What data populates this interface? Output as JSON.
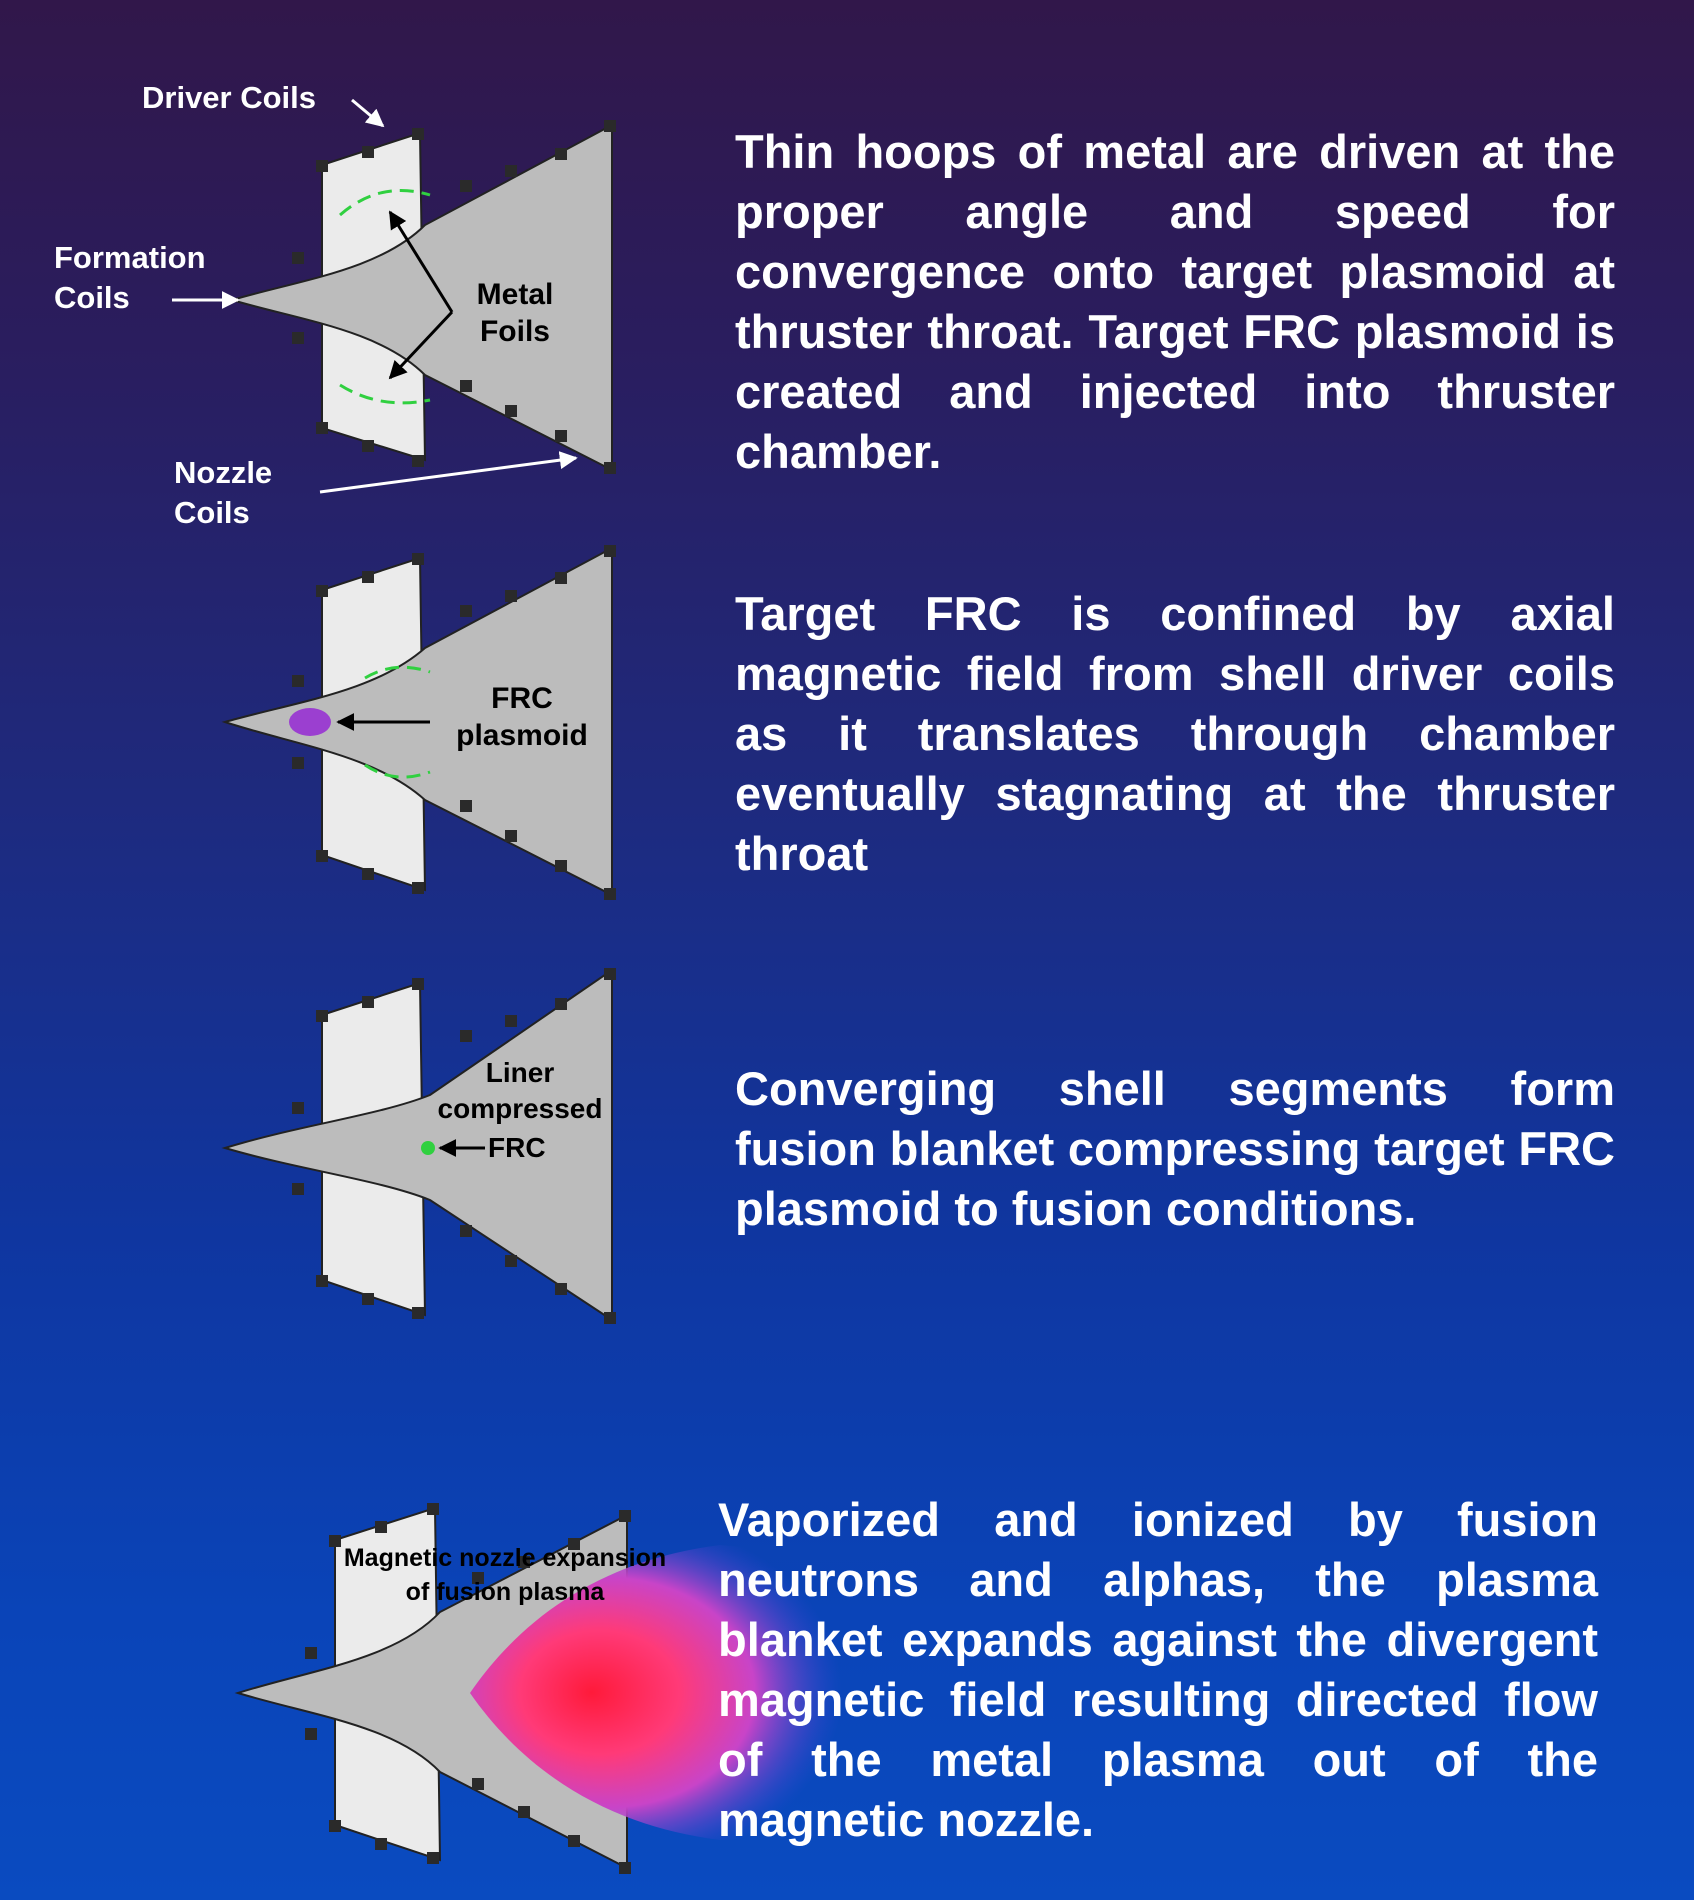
{
  "panel1": {
    "labels": {
      "driver_coils": "Driver Coils",
      "formation_coils_line1": "Formation",
      "formation_coils_line2": "Coils",
      "metal_foils_line1": "Metal",
      "metal_foils_line2": "Foils",
      "nozzle_coils_line1": "Nozzle",
      "nozzle_coils_line2": "Coils"
    },
    "text": "Thin hoops of metal are driven at the proper angle and speed for convergence onto target plasmoid at thruster throat. Target FRC plasmoid is created and injected into thruster chamber."
  },
  "panel2": {
    "labels": {
      "frc_line1": "FRC",
      "frc_line2": "plasmoid"
    },
    "text": "Target FRC is confined by axial magnetic field from shell driver coils as it translates through chamber eventually stagnating at the thruster throat"
  },
  "panel3": {
    "labels": {
      "liner_line1": "Liner",
      "liner_line2": "compressed",
      "liner_line3": "FRC"
    },
    "text": "Converging shell segments form fusion blanket compressing target FRC plasmoid to fusion conditions."
  },
  "panel4": {
    "labels": {
      "nozzle_line1": "Magnetic nozzle expansion",
      "nozzle_line2": "of fusion plasma"
    },
    "text": "Vaporized and ionized by fusion neutrons and alphas, the plasma blanket expands against the divergent magnetic field resulting directed flow of the metal plasma out of the magnetic nozzle."
  },
  "colors": {
    "thruster_gray": "#bcbcbc",
    "coil_panel": "#ebebeb",
    "field_lines": "#30d040",
    "frc_plasmoid": "#9b3fd0",
    "compressed_frc": "#30d040",
    "plasma_core": "#ff1a3a",
    "plasma_mid": "#e040a0",
    "plasma_edge": "#6a3cd8"
  }
}
